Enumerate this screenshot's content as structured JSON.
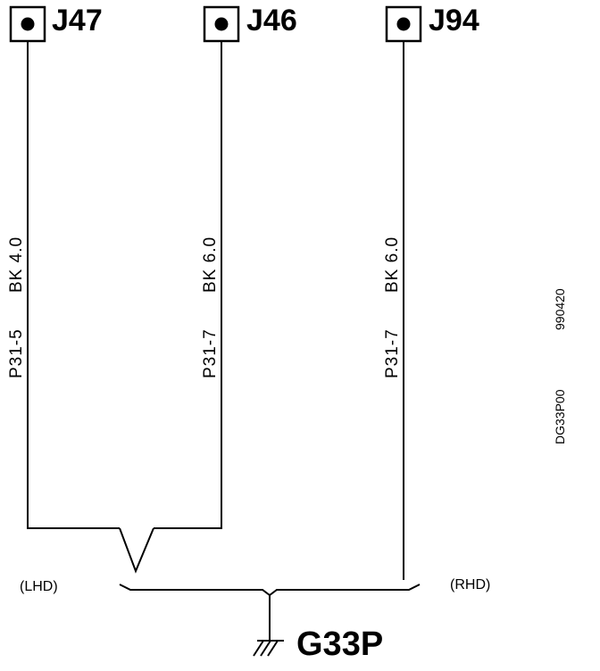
{
  "connectors": [
    {
      "name": "J47",
      "wire_code": "P31-5",
      "wire_spec": "BK 4.0"
    },
    {
      "name": "J46",
      "wire_code": "P31-7",
      "wire_spec": "BK 6.0"
    },
    {
      "name": "J94",
      "wire_code": "P31-7",
      "wire_spec": "BK 6.0"
    }
  ],
  "variants": {
    "left": "(LHD)",
    "right": "(RHD)"
  },
  "ground": {
    "name": "G33P"
  },
  "doc_codes": {
    "figure_id": "DG33P00",
    "revision": "990420"
  }
}
